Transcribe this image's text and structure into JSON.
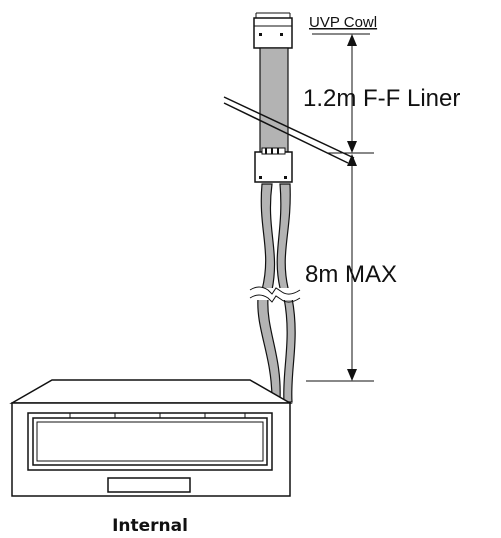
{
  "labels": {
    "cowl": "UVP Cowl",
    "liner_length": "1.2m F-F Liner",
    "max_length": "8m MAX",
    "caption": "Internal"
  },
  "colors": {
    "liner_fill": "#b3b3b3",
    "line": "#111111",
    "background": "#ffffff"
  }
}
